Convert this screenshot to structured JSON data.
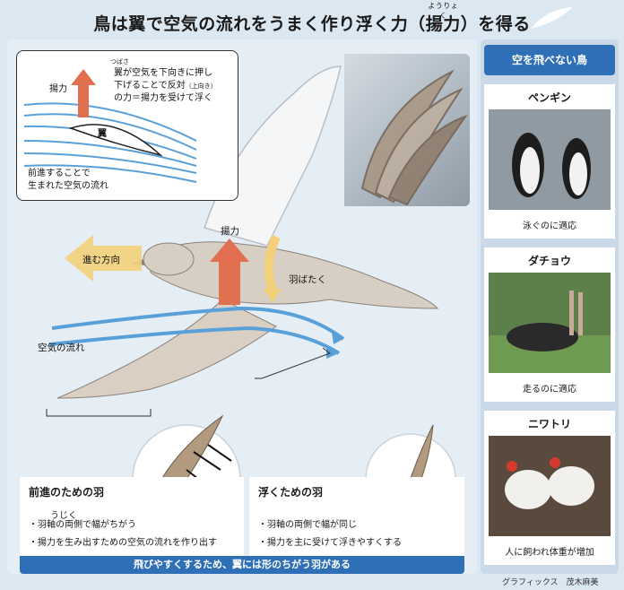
{
  "title": {
    "prefix": "鳥は翼で空気の流れをうまく作り浮く力（",
    "emphasis": "揚力",
    "emphasis_ruby": "ようりょく",
    "suffix": "）を得る"
  },
  "inset": {
    "lift_label": "揚力",
    "wing_ruby": "つばさ",
    "explain_line1": "翼が空気を下向きに押し",
    "explain_line2_main": "下げることで反対",
    "explain_line2_small": "（上向き）",
    "explain_line3": "の力＝揚力を受けて浮く",
    "wing_label": "翼",
    "flow_line1": "前進することで",
    "flow_line2": "生まれた空気の流れ"
  },
  "diagram": {
    "lift_label": "揚力",
    "forward_label": "進む方向",
    "flap_label": "羽ばたく",
    "airflow_label": "空気の流れ",
    "air_label": "空気"
  },
  "forward_feather": {
    "title": "前進のための羽",
    "ruby": "うじく",
    "point1": "・羽軸の両側で幅がちがう",
    "point2": "・揚力を生み出すための空気の流れを作り出す"
  },
  "float_feather": {
    "title": "浮くための羽",
    "point1": "・羽軸の両側で幅が同じ",
    "point2": "・揚力を主に受けて浮きやすくする"
  },
  "caption": "飛びやすくするため、翼には形のちがう羽がある",
  "flightless": {
    "header": "空を飛べない鳥",
    "birds": [
      {
        "name": "ペンギン",
        "note": "泳ぐのに適応"
      },
      {
        "name": "ダチョウ",
        "note": "走るのに適応"
      },
      {
        "name": "ニワトリ",
        "note": "人に飼われ体重が増加"
      }
    ]
  },
  "credit": "グラフィックス　茂木麻美",
  "colors": {
    "accent_blue": "#2f6fb5",
    "lift_arrow": "#e07050",
    "forward_arrow": "#f3d07a",
    "airflow": "#5aa0d8",
    "background": "#dbe7f1"
  }
}
